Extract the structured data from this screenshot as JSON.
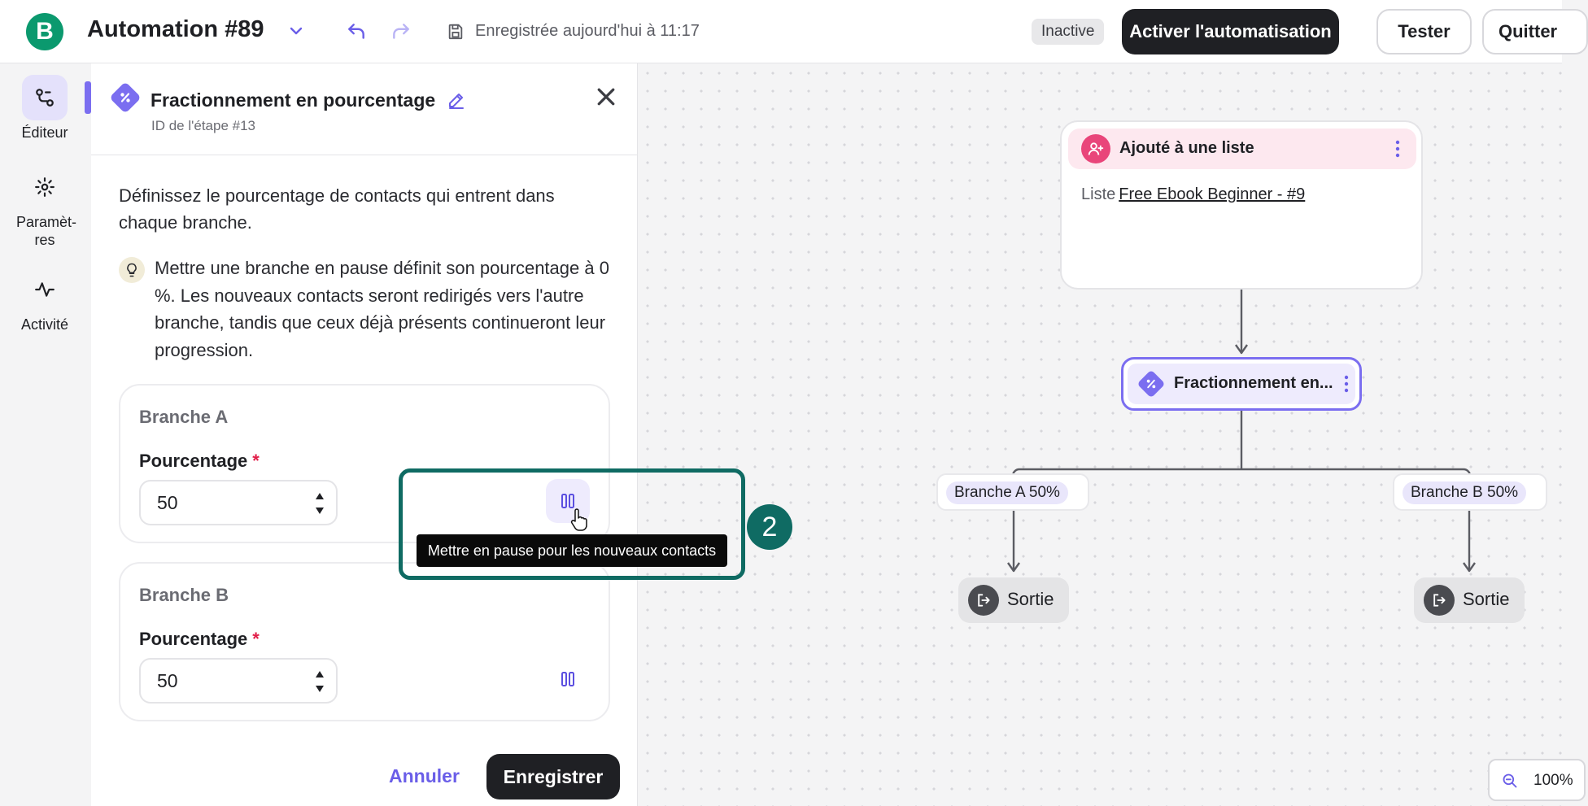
{
  "app": {
    "logo_letter": "B",
    "title": "Automation #89"
  },
  "toolbar": {
    "save_status": "Enregistrée aujourd'hui à 11:17",
    "status_badge": "Inactive",
    "activate_label": "Activer l'automatisation",
    "test_label": "Tester",
    "quit_label": "Quitter"
  },
  "nav": {
    "items": [
      {
        "label": "Éditeur",
        "icon": "workflow-icon",
        "active": true
      },
      {
        "label": "Paramèt-res",
        "icon": "gear-icon",
        "active": false
      },
      {
        "label": "Activité",
        "icon": "activity-icon",
        "active": false
      }
    ]
  },
  "panel": {
    "title": "Fractionnement en pourcentage",
    "step_id": "ID de l'étape #13",
    "description": "Définissez le pourcentage de contacts qui entrent dans chaque branche.",
    "tip": "Mettre une branche en pause définit son pourcentage à 0 %. Les nouveaux contacts seront redirigés vers l'autre branche, tandis que ceux déjà présents continueront leur progression.",
    "branches": [
      {
        "name": "Branche A",
        "field_label": "Pourcentage",
        "required_mark": "*",
        "value": "50"
      },
      {
        "name": "Branche B",
        "field_label": "Pourcentage",
        "required_mark": "*",
        "value": "50"
      }
    ],
    "cancel_label": "Annuler",
    "save_label": "Enregistrer"
  },
  "tooltip": {
    "text": "Mettre en pause pour les nouveaux contacts"
  },
  "annotation": {
    "step_number": "2",
    "color": "#0f6b63"
  },
  "canvas": {
    "trigger": {
      "title": "Ajouté à une liste",
      "list_prefix": "Liste",
      "list_name": "Free Ebook Beginner - #9"
    },
    "split_node": {
      "title": "Fractionnement en..."
    },
    "branch_a": {
      "label": "Branche A 50%"
    },
    "branch_b": {
      "label": "Branche B 50%"
    },
    "exit_label": "Sortie",
    "zoom": "100%"
  },
  "colors": {
    "accent": "#7b6ef0",
    "brand": "#0b996e",
    "trigger": "#e9457a",
    "dark": "#1f2024"
  }
}
